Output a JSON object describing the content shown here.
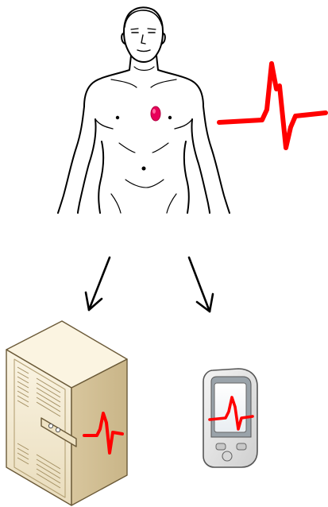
{
  "diagram": {
    "nodes": [
      {
        "id": "patient",
        "icon": "human-torso-icon"
      },
      {
        "id": "sensor",
        "icon": "chest-sensor-patch-icon"
      },
      {
        "id": "ecg-signal",
        "icon": "ecg-waveform-icon"
      },
      {
        "id": "server",
        "icon": "server-tower-icon"
      },
      {
        "id": "mobile",
        "icon": "mobile-device-icon"
      }
    ],
    "edges": [
      {
        "from": "patient",
        "to": "server"
      },
      {
        "from": "patient",
        "to": "mobile"
      }
    ]
  },
  "colors": {
    "ecg": "#ff0000",
    "sensor": "#e8005a",
    "outline": "#000000",
    "server_front": "#f3e9cf",
    "server_side": "#d9c8a0",
    "server_top": "#fbf4e1",
    "device_body": "#e6e6e6"
  }
}
